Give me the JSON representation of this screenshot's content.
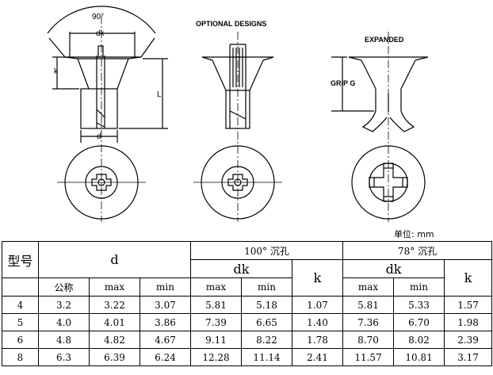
{
  "drawings": {
    "angle_label": "90°",
    "dk_label": "dk",
    "k_label": "k",
    "l_label": "L",
    "d_label": "d",
    "optional_title": "OPTIONAL DESIGNS",
    "expanded_title": "EXPANDED",
    "grip_label": "GRIP G"
  },
  "unit_label": "单位: mm",
  "table": {
    "model_header": "型号",
    "d_header": "d",
    "group100_header": "100° 沉孔",
    "group78_header": "78° 沉孔",
    "dk_header": "dk",
    "k_header": "k",
    "nominal_header": "公称",
    "max_header": "max",
    "min_header": "min",
    "rows": [
      {
        "model": "4",
        "d_nom": "3.2",
        "d_max": "3.22",
        "d_min": "3.07",
        "dk100_max": "5.81",
        "dk100_min": "5.18",
        "k100": "1.07",
        "dk78_max": "5.81",
        "dk78_min": "5.33",
        "k78": "1.57"
      },
      {
        "model": "5",
        "d_nom": "4.0",
        "d_max": "4.01",
        "d_min": "3.86",
        "dk100_max": "7.39",
        "dk100_min": "6.65",
        "k100": "1.40",
        "dk78_max": "7.36",
        "dk78_min": "6.70",
        "k78": "1.98"
      },
      {
        "model": "6",
        "d_nom": "4.8",
        "d_max": "4.82",
        "d_min": "4.67",
        "dk100_max": "9.11",
        "dk100_min": "8.22",
        "k100": "1.78",
        "dk78_max": "8.70",
        "dk78_min": "8.02",
        "k78": "2.39"
      },
      {
        "model": "8",
        "d_nom": "6.3",
        "d_max": "6.39",
        "d_min": "6.24",
        "dk100_max": "12.28",
        "dk100_min": "11.14",
        "k100": "2.41",
        "dk78_max": "11.57",
        "dk78_min": "10.81",
        "k78": "3.17"
      }
    ]
  }
}
